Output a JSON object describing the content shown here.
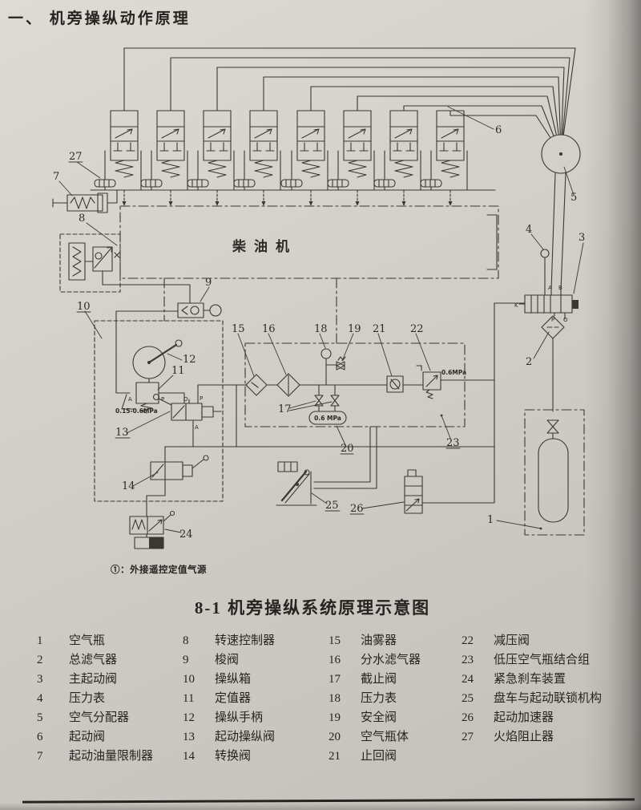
{
  "page": {
    "title": "一、 机旁操纵动作原理",
    "note": "①：外接遥控定值气源",
    "caption": "8-1 机旁操纵系统原理示意图"
  },
  "diagram": {
    "engine": "柴油机",
    "pressures": {
      "setter_range": "0.15-0.6MPa",
      "bottle": "0.6 MPa",
      "reducer": "0.6MPa"
    },
    "ports": {
      "k": "K",
      "a": "A",
      "b": "B",
      "p": "P",
      "o": "O"
    },
    "callouts": {
      "c1": "1",
      "c2": "2",
      "c3": "3",
      "c4": "4",
      "c5": "5",
      "c6": "6",
      "c7": "7",
      "c8": "8",
      "c9": "9",
      "c10": "10",
      "c11": "11",
      "c12": "12",
      "c13": "13",
      "c14": "14",
      "c15": "15",
      "c16": "16",
      "c17": "17",
      "c18": "18",
      "c19": "19",
      "c20": "20",
      "c21": "21",
      "c22": "22",
      "c23": "23",
      "c24": "24",
      "c25": "25",
      "c26": "26",
      "c27": "27"
    }
  },
  "legend": {
    "columns": [
      {
        "items": [
          {
            "num": "1",
            "label": "空气瓶"
          },
          {
            "num": "2",
            "label": "总滤气器"
          },
          {
            "num": "3",
            "label": "主起动阀"
          },
          {
            "num": "4",
            "label": "压力表"
          },
          {
            "num": "5",
            "label": "空气分配器"
          },
          {
            "num": "6",
            "label": "起动阀"
          },
          {
            "num": "7",
            "label": "起动油量限制器"
          }
        ]
      },
      {
        "items": [
          {
            "num": "8",
            "label": "转速控制器"
          },
          {
            "num": "9",
            "label": "梭阀"
          },
          {
            "num": "10",
            "label": "操纵箱"
          },
          {
            "num": "11",
            "label": "定值器"
          },
          {
            "num": "12",
            "label": "操纵手柄"
          },
          {
            "num": "13",
            "label": "起动操纵阀"
          },
          {
            "num": "14",
            "label": "转换阀"
          }
        ]
      },
      {
        "items": [
          {
            "num": "15",
            "label": "油雾器"
          },
          {
            "num": "16",
            "label": "分水滤气器"
          },
          {
            "num": "17",
            "label": "截止阀"
          },
          {
            "num": "18",
            "label": "压力表"
          },
          {
            "num": "19",
            "label": "安全阀"
          },
          {
            "num": "20",
            "label": "空气瓶体"
          },
          {
            "num": "21",
            "label": "止回阀"
          }
        ]
      },
      {
        "items": [
          {
            "num": "22",
            "label": "减压阀"
          },
          {
            "num": "23",
            "label": "低压空气瓶结合组"
          },
          {
            "num": "24",
            "label": "紧急刹车装置"
          },
          {
            "num": "25",
            "label": "盘车与起动联锁机构"
          },
          {
            "num": "26",
            "label": "起动加速器"
          },
          {
            "num": "27",
            "label": "火焰阻止器"
          }
        ]
      }
    ]
  }
}
